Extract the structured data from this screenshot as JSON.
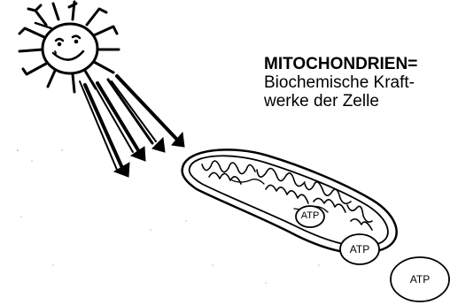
{
  "caption": {
    "title": "MITOCHONDRIEN=",
    "line1": "Biochemische Kraft-",
    "line2": "werke der Zelle"
  },
  "atp": [
    {
      "label": "ATP"
    },
    {
      "label": "ATP"
    },
    {
      "label": "ATP"
    }
  ],
  "icons": [
    "smiling-sun-icon",
    "sun-ray-arrow-icon",
    "mitochondrion-icon",
    "atp-molecule-icon"
  ],
  "colors": {
    "ink": "#000000",
    "background": "#ffffff"
  }
}
